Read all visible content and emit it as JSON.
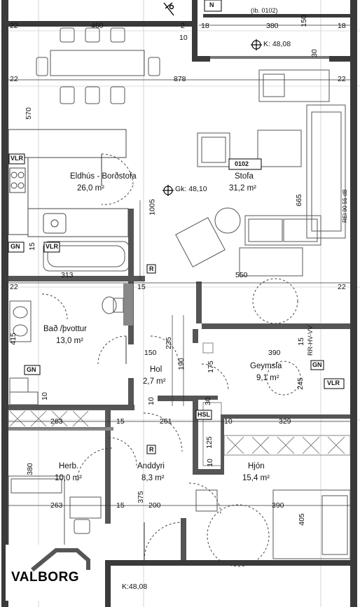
{
  "header": {
    "apartment_ref": "(íb. 0102)",
    "north_label": "N"
  },
  "apartment": {
    "number": "0102"
  },
  "levels": {
    "top_k": "K: 48,08",
    "gk": "Gk: 48,10",
    "bottom_k": "K:48,08"
  },
  "rooms": {
    "eldhus": {
      "name": "Eldhús - Borðstofa",
      "area": "26,0 m²"
    },
    "stofa": {
      "name": "Stofa",
      "area": "31,2 m²"
    },
    "bad": {
      "name": "Bað /þvottur",
      "area": "13,0 m²"
    },
    "hol": {
      "name": "Hol",
      "area": "2,7 m²"
    },
    "geymsla": {
      "name": "Geymsla",
      "area": "9,1 m²"
    },
    "herb": {
      "name": "Herb.",
      "area": "10,0 m²"
    },
    "anddyri": {
      "name": "Anddyri",
      "area": "8,3 m²"
    },
    "hjon": {
      "name": "Hjón",
      "area": "15,4 m²"
    }
  },
  "equipment": {
    "vlr_kitchen": "VLR",
    "vlr_bath": "VLR",
    "vlr_storage": "VLR",
    "gn_1": "GN",
    "gn_2": "GN",
    "gn_3": "GN",
    "hsl": "HSL",
    "r_1": "R",
    "r_2": "R",
    "rr": "RR-HV-VV",
    "rei": "REI 90 55 dB"
  },
  "dimensions": {
    "d22a": "22",
    "d460": "460",
    "d2": "2",
    "d18a": "18",
    "d380": "380",
    "d150a": "150",
    "d18b": "18",
    "d10a": "10",
    "d30a": "30",
    "d22b": "22",
    "d878": "878",
    "d22c": "22",
    "d570": "570",
    "d1005": "1005",
    "d665": "665",
    "d15a": "15",
    "d313": "313",
    "d550": "550",
    "d22d": "22",
    "d15b": "15",
    "d22e": "22",
    "d415": "415",
    "d235": "235",
    "d15c": "15",
    "d150b": "150",
    "d390a": "390",
    "d190": "190",
    "d175": "175",
    "d245": "245",
    "d10b": "10",
    "d10c": "10",
    "d30b": "30",
    "d263a": "263",
    "d15d": "15",
    "d261": "261",
    "d10d": "10",
    "d329": "329",
    "d125": "125",
    "d10e": "10",
    "d380b": "380",
    "d375": "375",
    "d263b": "263",
    "d15e": "15",
    "d200": "200",
    "d390b": "390",
    "d405": "405"
  },
  "logo": {
    "brand": "VALBORG"
  }
}
